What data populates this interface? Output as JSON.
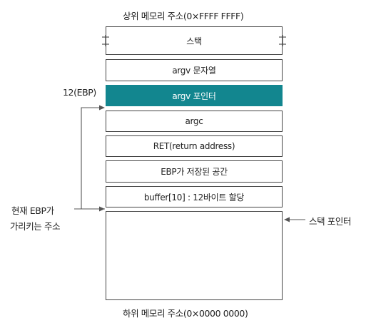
{
  "diagram": {
    "top_caption": "상위 메모리 주소(0×FFFF FFFF)",
    "bottom_caption": "하위 메모리 주소(0×0000 0000)",
    "blocks": [
      {
        "label": "스택"
      },
      {
        "label": "argv 문자열"
      },
      {
        "label": "argv 포인터"
      },
      {
        "label": "argc"
      },
      {
        "label": "RET(return address)"
      },
      {
        "label": "EBP가 저장된 공간"
      },
      {
        "label": "buffer[10] : 12바이트 할당"
      },
      {
        "label": ""
      }
    ],
    "ebp_offset_label": "12(EBP)",
    "current_ebp_label_line1": "현재 EBP가",
    "current_ebp_label_line2": "가리키는 주소",
    "stack_pointer_label": "스택 포인터",
    "highlight_color": "#12868f"
  }
}
